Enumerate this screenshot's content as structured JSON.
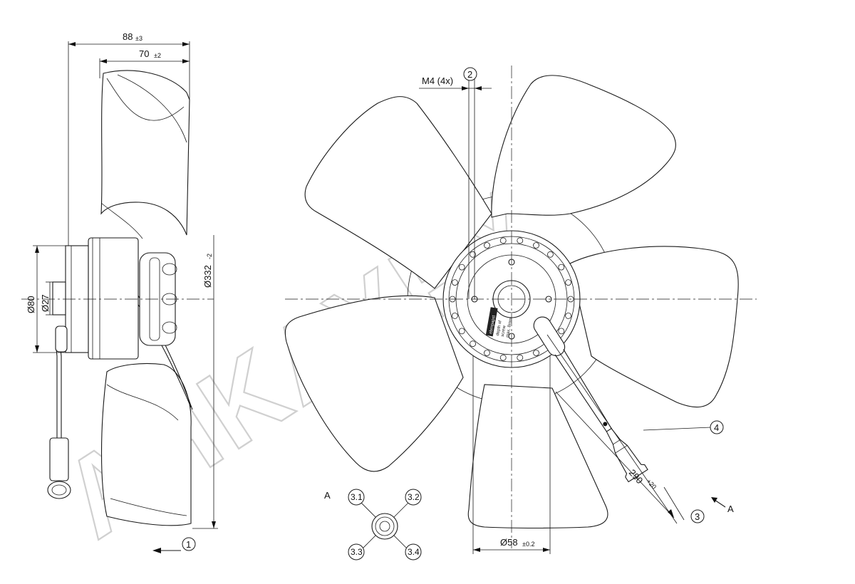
{
  "watermark": {
    "text": "AHKAYPY"
  },
  "dimensions": {
    "overall_depth": {
      "value": "88",
      "tolerance": "±3"
    },
    "blade_depth": {
      "value": "70",
      "tolerance": "±2"
    },
    "hub_diameter": {
      "value": "Ø80"
    },
    "shaft_diameter": {
      "value": "Ø27"
    },
    "fan_diameter": {
      "value": "Ø332",
      "tolerance": "-2"
    },
    "mount_thread": {
      "value": "M4 (4x)"
    },
    "bolt_circle": {
      "value": "Ø58",
      "tolerance": "±0.2"
    },
    "cable_length": {
      "value": "290",
      "tolerance": "+20"
    }
  },
  "callouts": {
    "c1": "1",
    "c2": "2",
    "c3": "3",
    "c4": "4",
    "c31": "3.1",
    "c32": "3.2",
    "c33": "3.3",
    "c34": "3.4"
  },
  "view_labels": {
    "view_a_title": "A",
    "view_a_arrow": "A"
  },
  "hub_label": {
    "brand": "ebmpapst",
    "text_lines": [
      "depth of",
      "screw",
      "max. 8mm"
    ]
  }
}
